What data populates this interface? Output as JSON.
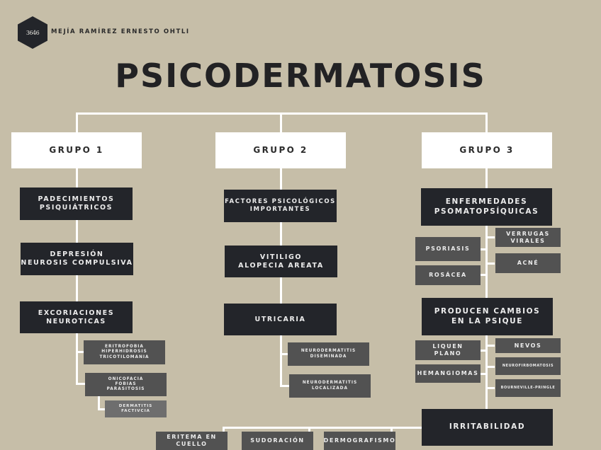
{
  "header": {
    "logo_text": "3646",
    "author": "MEJÍA RAMÍREZ ERNESTO OHTLI",
    "title": "PSICODERMATOSIS"
  },
  "groups": [
    {
      "label": "GRUPO 1",
      "items": [
        "PADECIMIENTOS\nPSIQUIÁTRICOS",
        "DEPRESIÓN\nNEUROSIS COMPULSIVA",
        "EXCORIACIONES\nNEUROTICAS"
      ],
      "subitems": [
        "ERITROFOBIA\nHIPERHIDROSIS\nTRICOTILOMANIA",
        "ONICOFACIA\nFOBIAS\nPARASITOSIS"
      ],
      "subsubitem": "DERMATITIS\nFACTIVCIA"
    },
    {
      "label": "GRUPO 2",
      "items": [
        "FACTORES PSICOLÓGICOS\nIMPORTANTES",
        "VITILIGO\nALOPECIA AREATA",
        "UTRICARIA"
      ],
      "subitems": [
        "NEURODERMATITIS\nDISEMINADA",
        "NEURODERMATITIS\nLOCALIZADA"
      ]
    },
    {
      "label": "GRUPO 3",
      "items": [
        "ENFERMEDADES\nPSOMATOPSÍQUICAS",
        "PRODUCEN CAMBIOS\nEN LA PSIQUE",
        "IRRITABILIDAD"
      ],
      "psomato_left": [
        "PSORIASIS",
        "ROSÁCEA"
      ],
      "psomato_right": [
        "VERRUGAS\nVIRALES",
        "ACNÉ"
      ],
      "psique_left": [
        "LIQUEN\nPLANO",
        "HEMANGIOMAS"
      ],
      "psique_right": [
        "NEVOS",
        "NEUROFIRBOMATOSIS",
        "BOURNEVILLE-PRINGLE"
      ],
      "irritabilidad_items": [
        "ERITEMA EN\nCUELLO",
        "SUDORACIÓN",
        "DERMOGRAFISMO"
      ]
    }
  ],
  "colors": {
    "background": "#c6bea8",
    "dark_box": "#23252a",
    "gray_box": "#525252",
    "light_gray_box": "#6e6e6e",
    "connector": "#ffffff"
  }
}
